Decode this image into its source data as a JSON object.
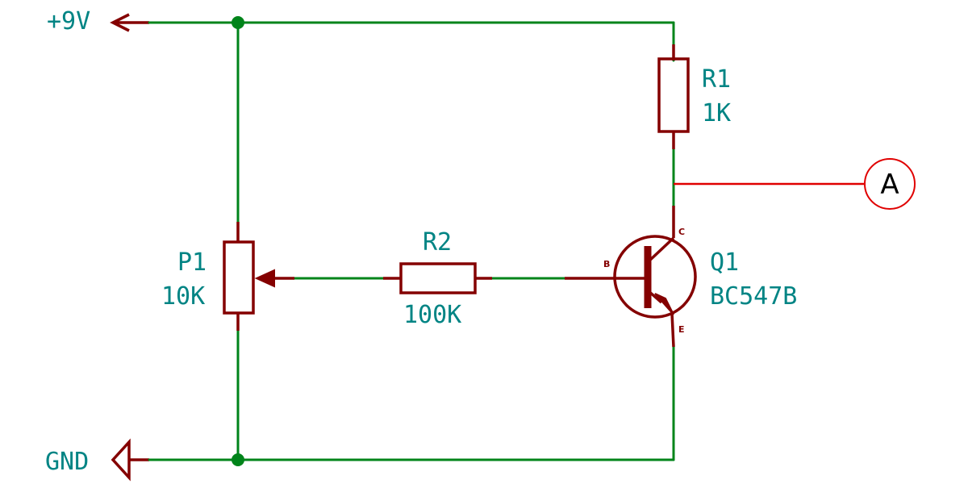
{
  "power": {
    "vcc_label": "+9V",
    "gnd_label": "GND"
  },
  "components": {
    "r1": {
      "ref": "R1",
      "value": "1K"
    },
    "r2": {
      "ref": "R2",
      "value": "100K"
    },
    "p1": {
      "ref": "P1",
      "value": "10K"
    },
    "q1": {
      "ref": "Q1",
      "value": "BC547B",
      "pin_b": "B",
      "pin_c": "C",
      "pin_e": "E"
    }
  },
  "probe": {
    "label": "A"
  },
  "colors": {
    "wire": "#00841a",
    "component": "#840000",
    "label": "#008484",
    "probe": "#e00000"
  }
}
